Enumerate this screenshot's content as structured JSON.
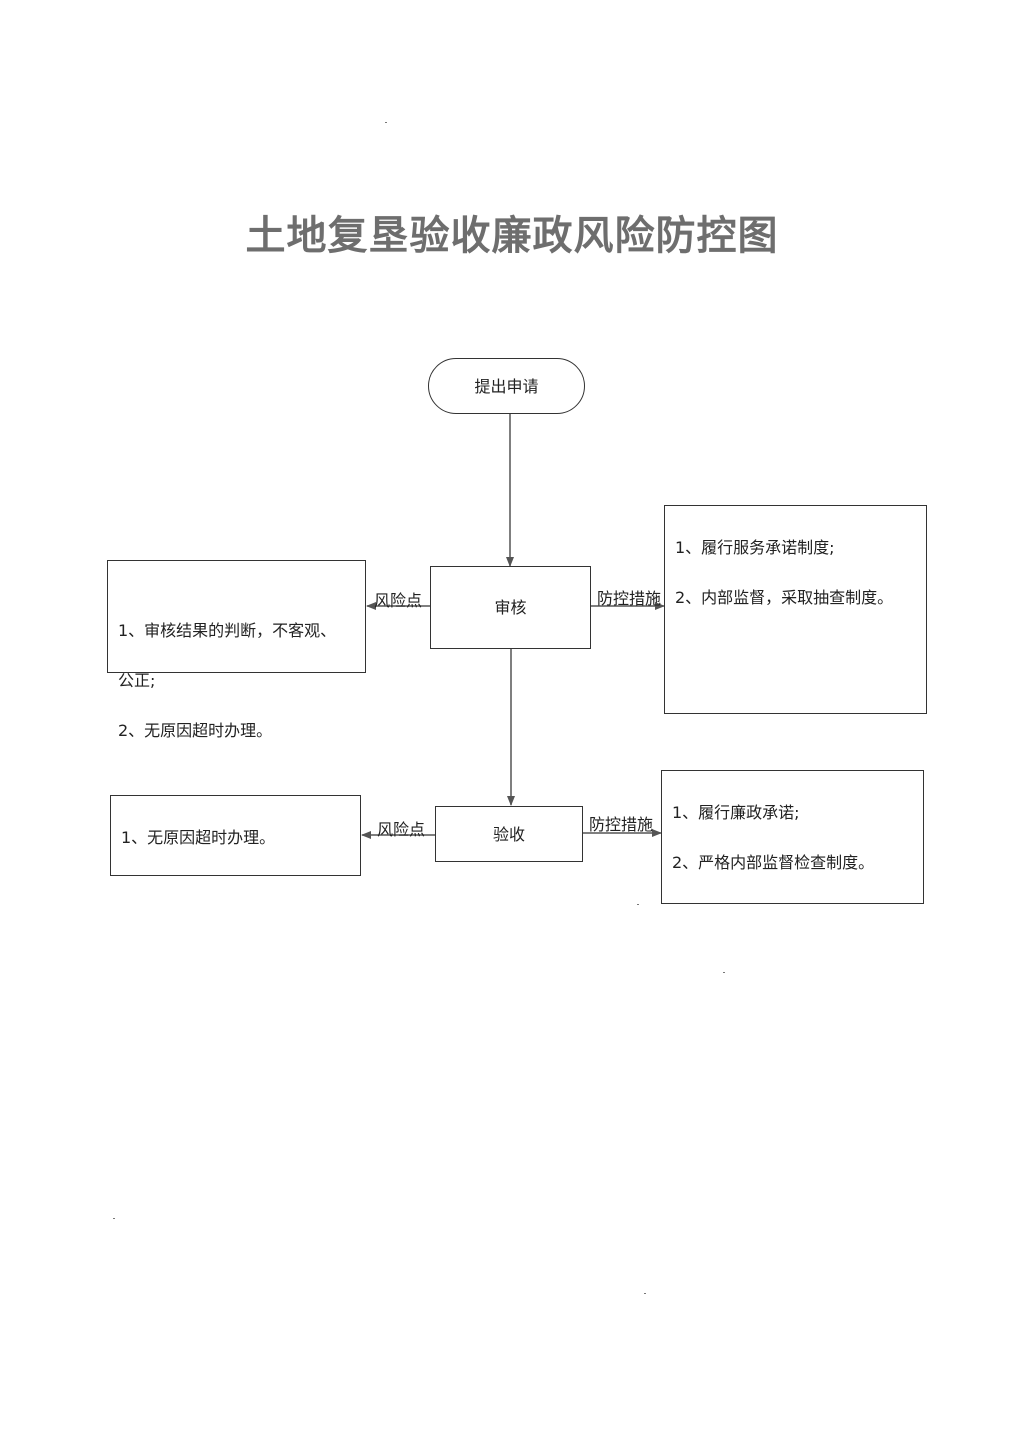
{
  "title": "土地复垦验收廉政风险防控图",
  "flow": {
    "start": "提出申请",
    "step1": "审核",
    "step2": "验收"
  },
  "labels": {
    "risk": "风险点",
    "control": "防控措施"
  },
  "step1_risks": [
    "1、审核结果的判断，不客观、",
    "公正;",
    "2、无原因超时办理。"
  ],
  "step1_controls": [
    "1、履行服务承诺制度;",
    "2、内部监督，采取抽查制度。"
  ],
  "step2_risks": [
    "1、无原因超时办理。"
  ],
  "step2_controls": [
    "1、履行廉政承诺;",
    "2、严格内部监督检查制度。"
  ]
}
